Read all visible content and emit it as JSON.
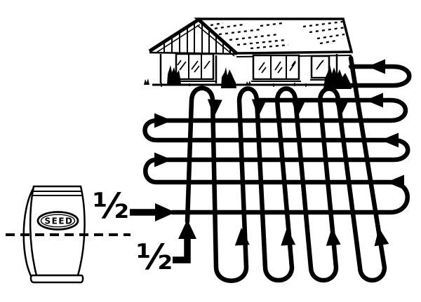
{
  "colors": {
    "ink": "#000000",
    "paper": "#ffffff"
  },
  "labels": {
    "horizontal_pass_fraction": "½",
    "vertical_pass_fraction": "½",
    "seed_bag": "SEED"
  }
}
